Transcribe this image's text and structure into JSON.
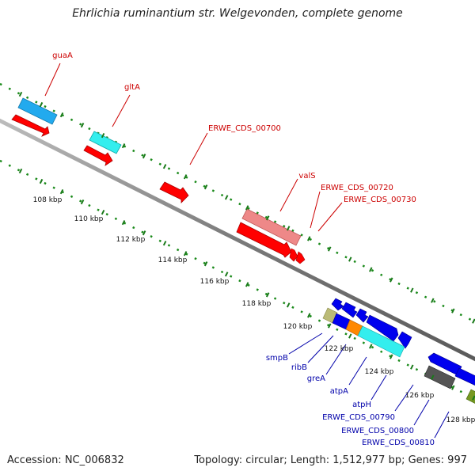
{
  "title": "Ehrlichia ruminantium str. Welgevonden, complete genome",
  "footer": {
    "accession": "Accession: NC_006832",
    "summary": "Topology: circular; Length: 1,512,977 bp; Genes: 997"
  },
  "colors": {
    "forward_label": "#cc0000",
    "reverse_label": "#0000aa",
    "backbone": "#8a8a8a",
    "ticks": "#1a7a1a",
    "dot_track": "#1a8a1a",
    "red_cds": "#ff0000",
    "sky_blue": "#22aaee",
    "cyan": "#33eeee",
    "pink": "#ee8888",
    "blue": "#0000ee",
    "khaki": "#bbbb77",
    "orange": "#ff8800",
    "dark_gray": "#555555",
    "olive": "#779922"
  },
  "forward_labels": [
    "guaA",
    "gltA",
    "ERWE_CDS_00700",
    "valS",
    "ERWE_CDS_00720",
    "ERWE_CDS_00730"
  ],
  "reverse_labels": [
    "smpB",
    "ribB",
    "greA",
    "atpA",
    "atpH",
    "ERWE_CDS_00790",
    "ERWE_CDS_00800",
    "ERWE_CDS_00810"
  ],
  "ticks": [
    "108 kbp",
    "110 kbp",
    "112 kbp",
    "114 kbp",
    "116 kbp",
    "118 kbp",
    "120 kbp",
    "122 kbp",
    "124 kbp",
    "126 kbp",
    "128 kbp"
  ]
}
